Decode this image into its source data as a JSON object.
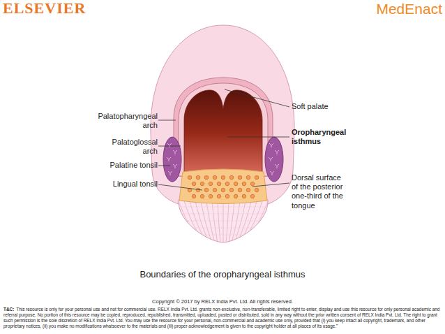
{
  "diagram": {
    "caption": "Boundaries of the oropharyngeal isthmus",
    "labels": [
      "ELSEVIER",
      "MedEnact",
      "Palatopharyngeal arch",
      "Palatoglossal arch",
      "Palatine tonsil",
      "Lingual tonsil",
      "Soft palate",
      "Oropharyngeal isthmus",
      "Dorsal surface of the posterior one-third of the tongue",
      "Copyright © 2017 by RELX India Pvt. Ltd. All rights reserved.",
      "T&C:",
      "This resource is only for your personal use and not for commercial use. RELX India Pvt. Ltd. grants non-exclusive, non-transferable, limited right to enter, display and use this resource for only personal academic and referral purpose. No portion of this resource may be copied, reproduced, republished, transmitted, uploaded, posted or distributed, sold in any way without the prior written consent of RELX India Pvt. Ltd. The right to grant such permission is the sole discretion of RELX India Pvt. Ltd. You may use the resource for your personal, non-commercial and academic use only, provided that (i) you keep intact all copyright, trademark, and other proprietary notices, (ii) you make no modifications whatsoever to the materials and (iii) proper acknowledgement is given to the copyright holder at all places of its usage.\""
    ]
  }
}
